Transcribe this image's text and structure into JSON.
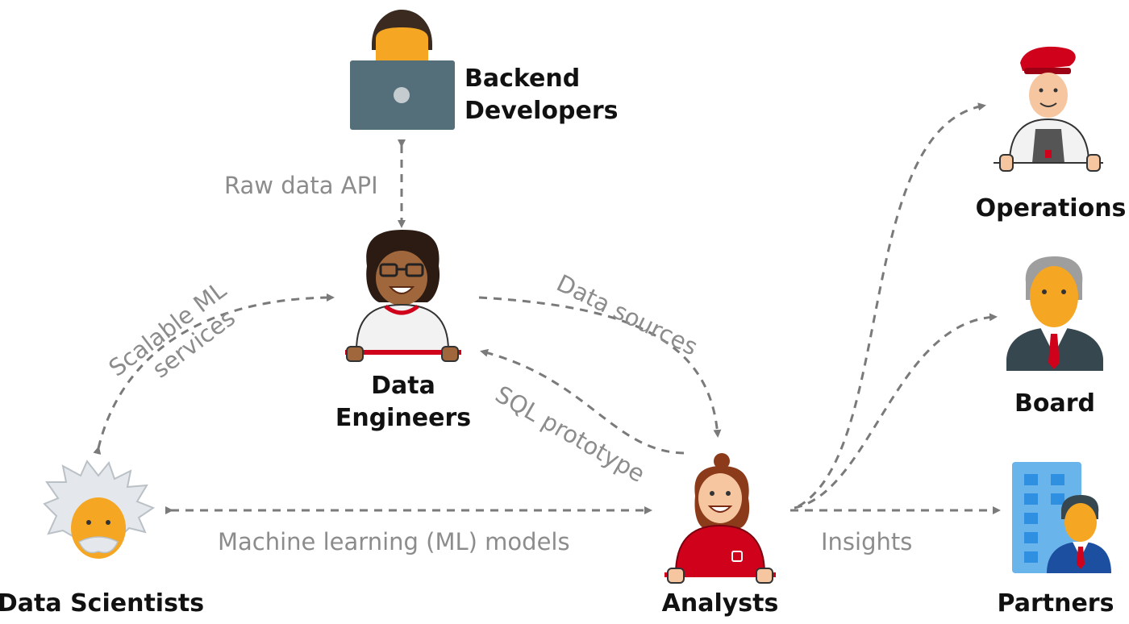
{
  "nodes": {
    "backend_developers": {
      "line1": "Backend",
      "line2": "Developers"
    },
    "data_engineers": {
      "line1": "Data",
      "line2": "Engineers"
    },
    "data_scientists": {
      "label": "Data Scientists"
    },
    "analysts": {
      "label": "Analysts"
    },
    "operations": {
      "label": "Operations"
    },
    "board": {
      "label": "Board"
    },
    "partners": {
      "label": "Partners"
    }
  },
  "edges": {
    "raw_data_api": "Raw data API",
    "scalable_ml_line1": "Scalable ML",
    "scalable_ml_line2": "services",
    "data_sources": "Data sources",
    "sql_prototype": "SQL prototype",
    "ml_models": "Machine learning (ML) models",
    "insights": "Insights"
  },
  "colors": {
    "edge": "#7a7a7a",
    "edge_label": "#8c8c8c",
    "node_label": "#111111",
    "skin": "#f5a623",
    "red": "#d0021b",
    "laptop": "#546e7a",
    "suit": "#37474f",
    "building": "#6ab4ec"
  }
}
